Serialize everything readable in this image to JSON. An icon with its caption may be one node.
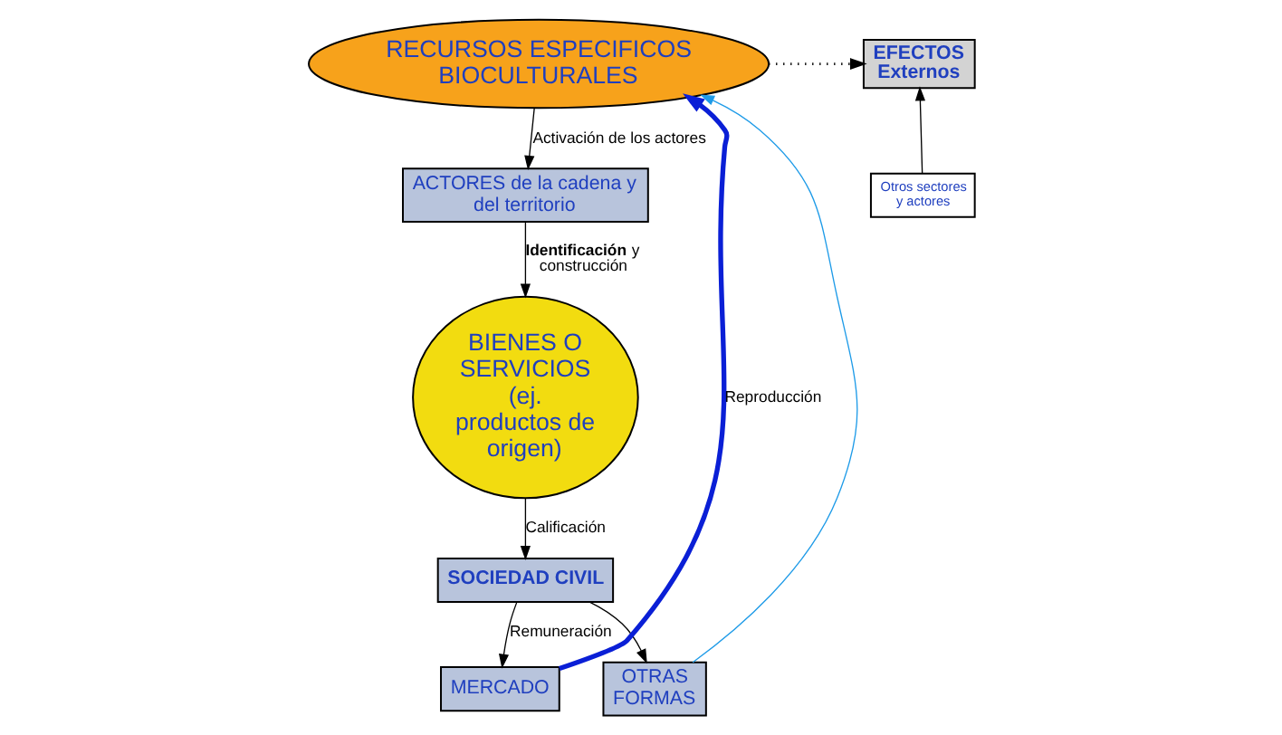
{
  "diagram": {
    "nodes": [
      {
        "text": [
          "RECURSOS ESPECIFICOS BIOCULTURALES"
        ]
      },
      {
        "text": [
          "EFECTOS Externos"
        ]
      },
      {
        "text": [
          "Otros sectores y actores"
        ]
      },
      {
        "text": [
          "ACTORES de la cadena y del territorio"
        ]
      },
      {
        "text": [
          "BIENES O SERVICIOS (ej. productos de origen)"
        ]
      },
      {
        "text": [
          "SOCIEDAD CIVIL"
        ]
      },
      {
        "text": [
          "MERCADO"
        ]
      },
      {
        "text": [
          "OTRAS FORMAS"
        ]
      }
    ],
    "edges": [
      {
        "from": 0,
        "to": 1,
        "arrow": "to",
        "style": "dashed"
      },
      {
        "from": 2,
        "to": 1,
        "arrow": "to"
      },
      {
        "from": 0,
        "to": 3,
        "arrow": "to",
        "label": "Activación de los actores"
      },
      {
        "from": 3,
        "to": 4,
        "arrow": "to",
        "label": "**Identificación** y construcción"
      },
      {
        "from": 4,
        "to": 5,
        "arrow": "to",
        "label": "Calificación"
      },
      {
        "from": 5,
        "to": 6,
        "arrow": "to",
        "label": "Remuneración"
      },
      {
        "from": 5,
        "to": 7,
        "arrow": "to"
      },
      {
        "from": 6,
        "to": 0,
        "arrow": "to",
        "style": "thick",
        "color": "#0a1fd6",
        "label": "Reproducción"
      },
      {
        "from": 7,
        "to": 0,
        "arrow": "to",
        "color": "#1e9be8"
      }
    ]
  }
}
